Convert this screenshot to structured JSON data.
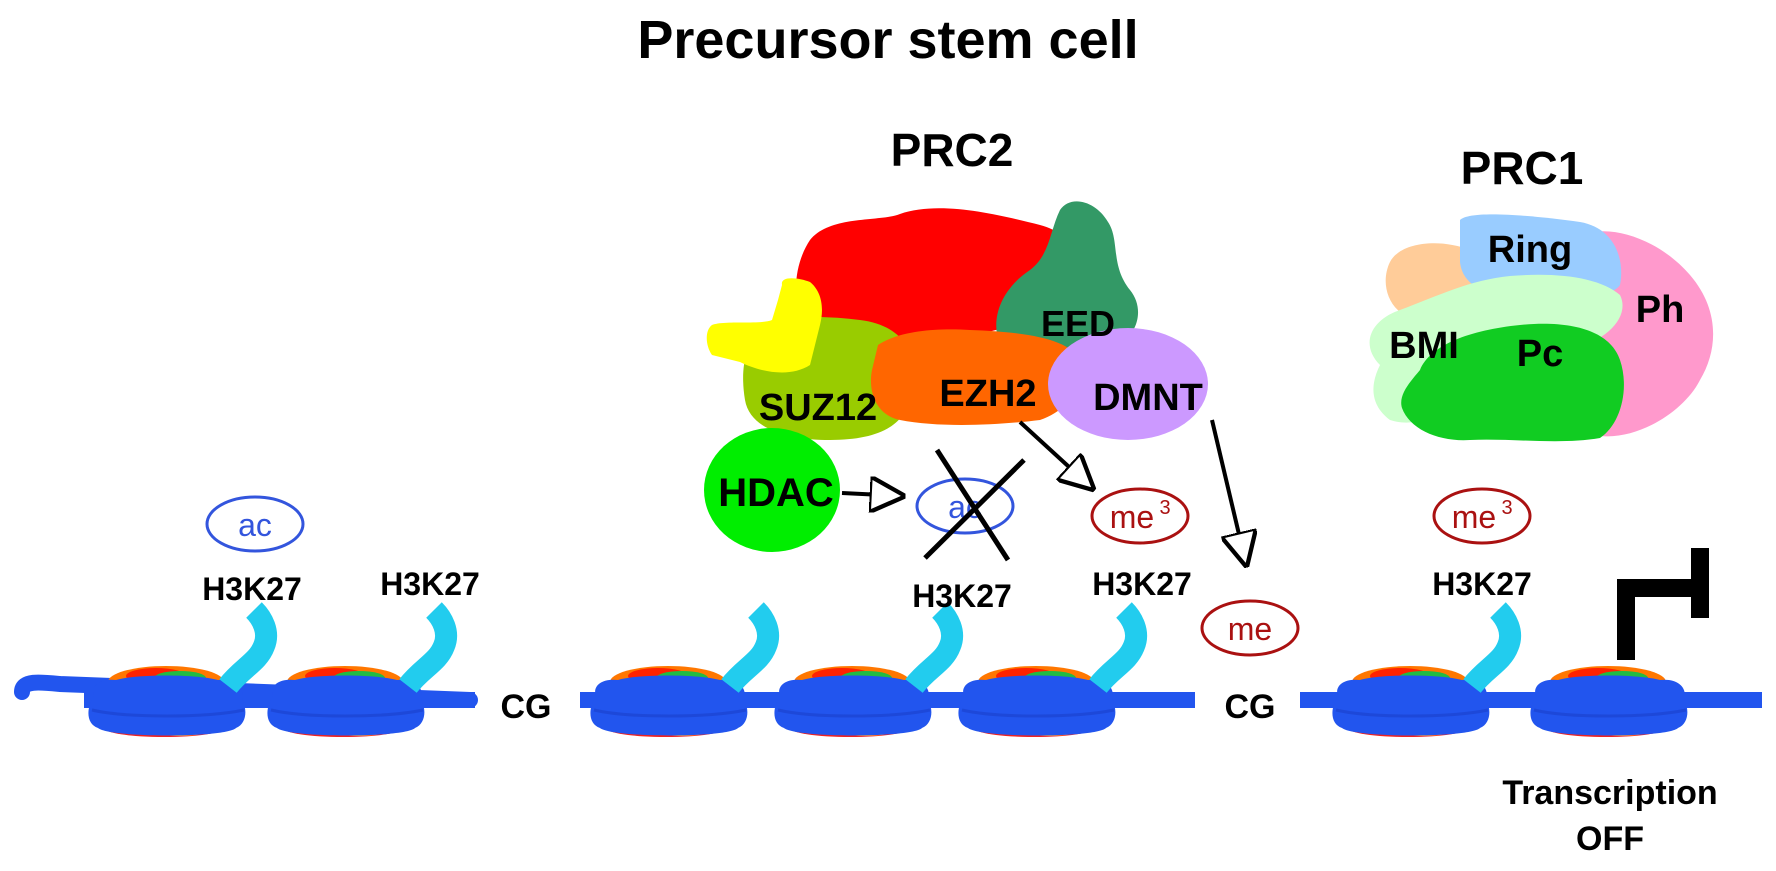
{
  "title": "Precursor stem cell",
  "complexes": {
    "prc2": {
      "label": "PRC2",
      "subunits": {
        "eed": "EED",
        "suz12": "SUZ12",
        "ezh2": "EZH2",
        "dmnt": "DMNT",
        "hdac": "HDAC"
      }
    },
    "prc1": {
      "label": "PRC1",
      "subunits": {
        "ring": "Ring",
        "ph": "Ph",
        "bmi": "BMI",
        "pc": "Pc"
      }
    }
  },
  "marks": {
    "ac_left": "ac",
    "ac_crossed": "ac",
    "me3_mid": "me",
    "me3_mid_sup": "3",
    "me": "me",
    "me3_right": "me",
    "me3_right_sup": "3"
  },
  "histone_labels": {
    "n1": "H3K27",
    "n2": "H3K27",
    "n3": "H3K27",
    "n4": "H3K27",
    "n5": "H3K27"
  },
  "dna_labels": {
    "cg_left": "CG",
    "cg_right": "CG"
  },
  "status": {
    "line1": "Transcription",
    "line2": "OFF"
  },
  "colors": {
    "nucleosome": "#2255ee",
    "tail": "#22ccee",
    "ac_mark": "#3355dd",
    "me_mark": "#aa1111",
    "ezh2": "#ff6600",
    "red_subunit": "#ff0000",
    "eed": "#339966",
    "suz12": "#99cc00",
    "yellow_subunit": "#ffff00",
    "dmnt": "#cc99ff",
    "hdac": "#00ee00",
    "ring": "#99ccff",
    "ph": "#ff99cc",
    "bmi": "#ccffcc",
    "pc": "#11cc22",
    "peach": "#ffcc99"
  }
}
